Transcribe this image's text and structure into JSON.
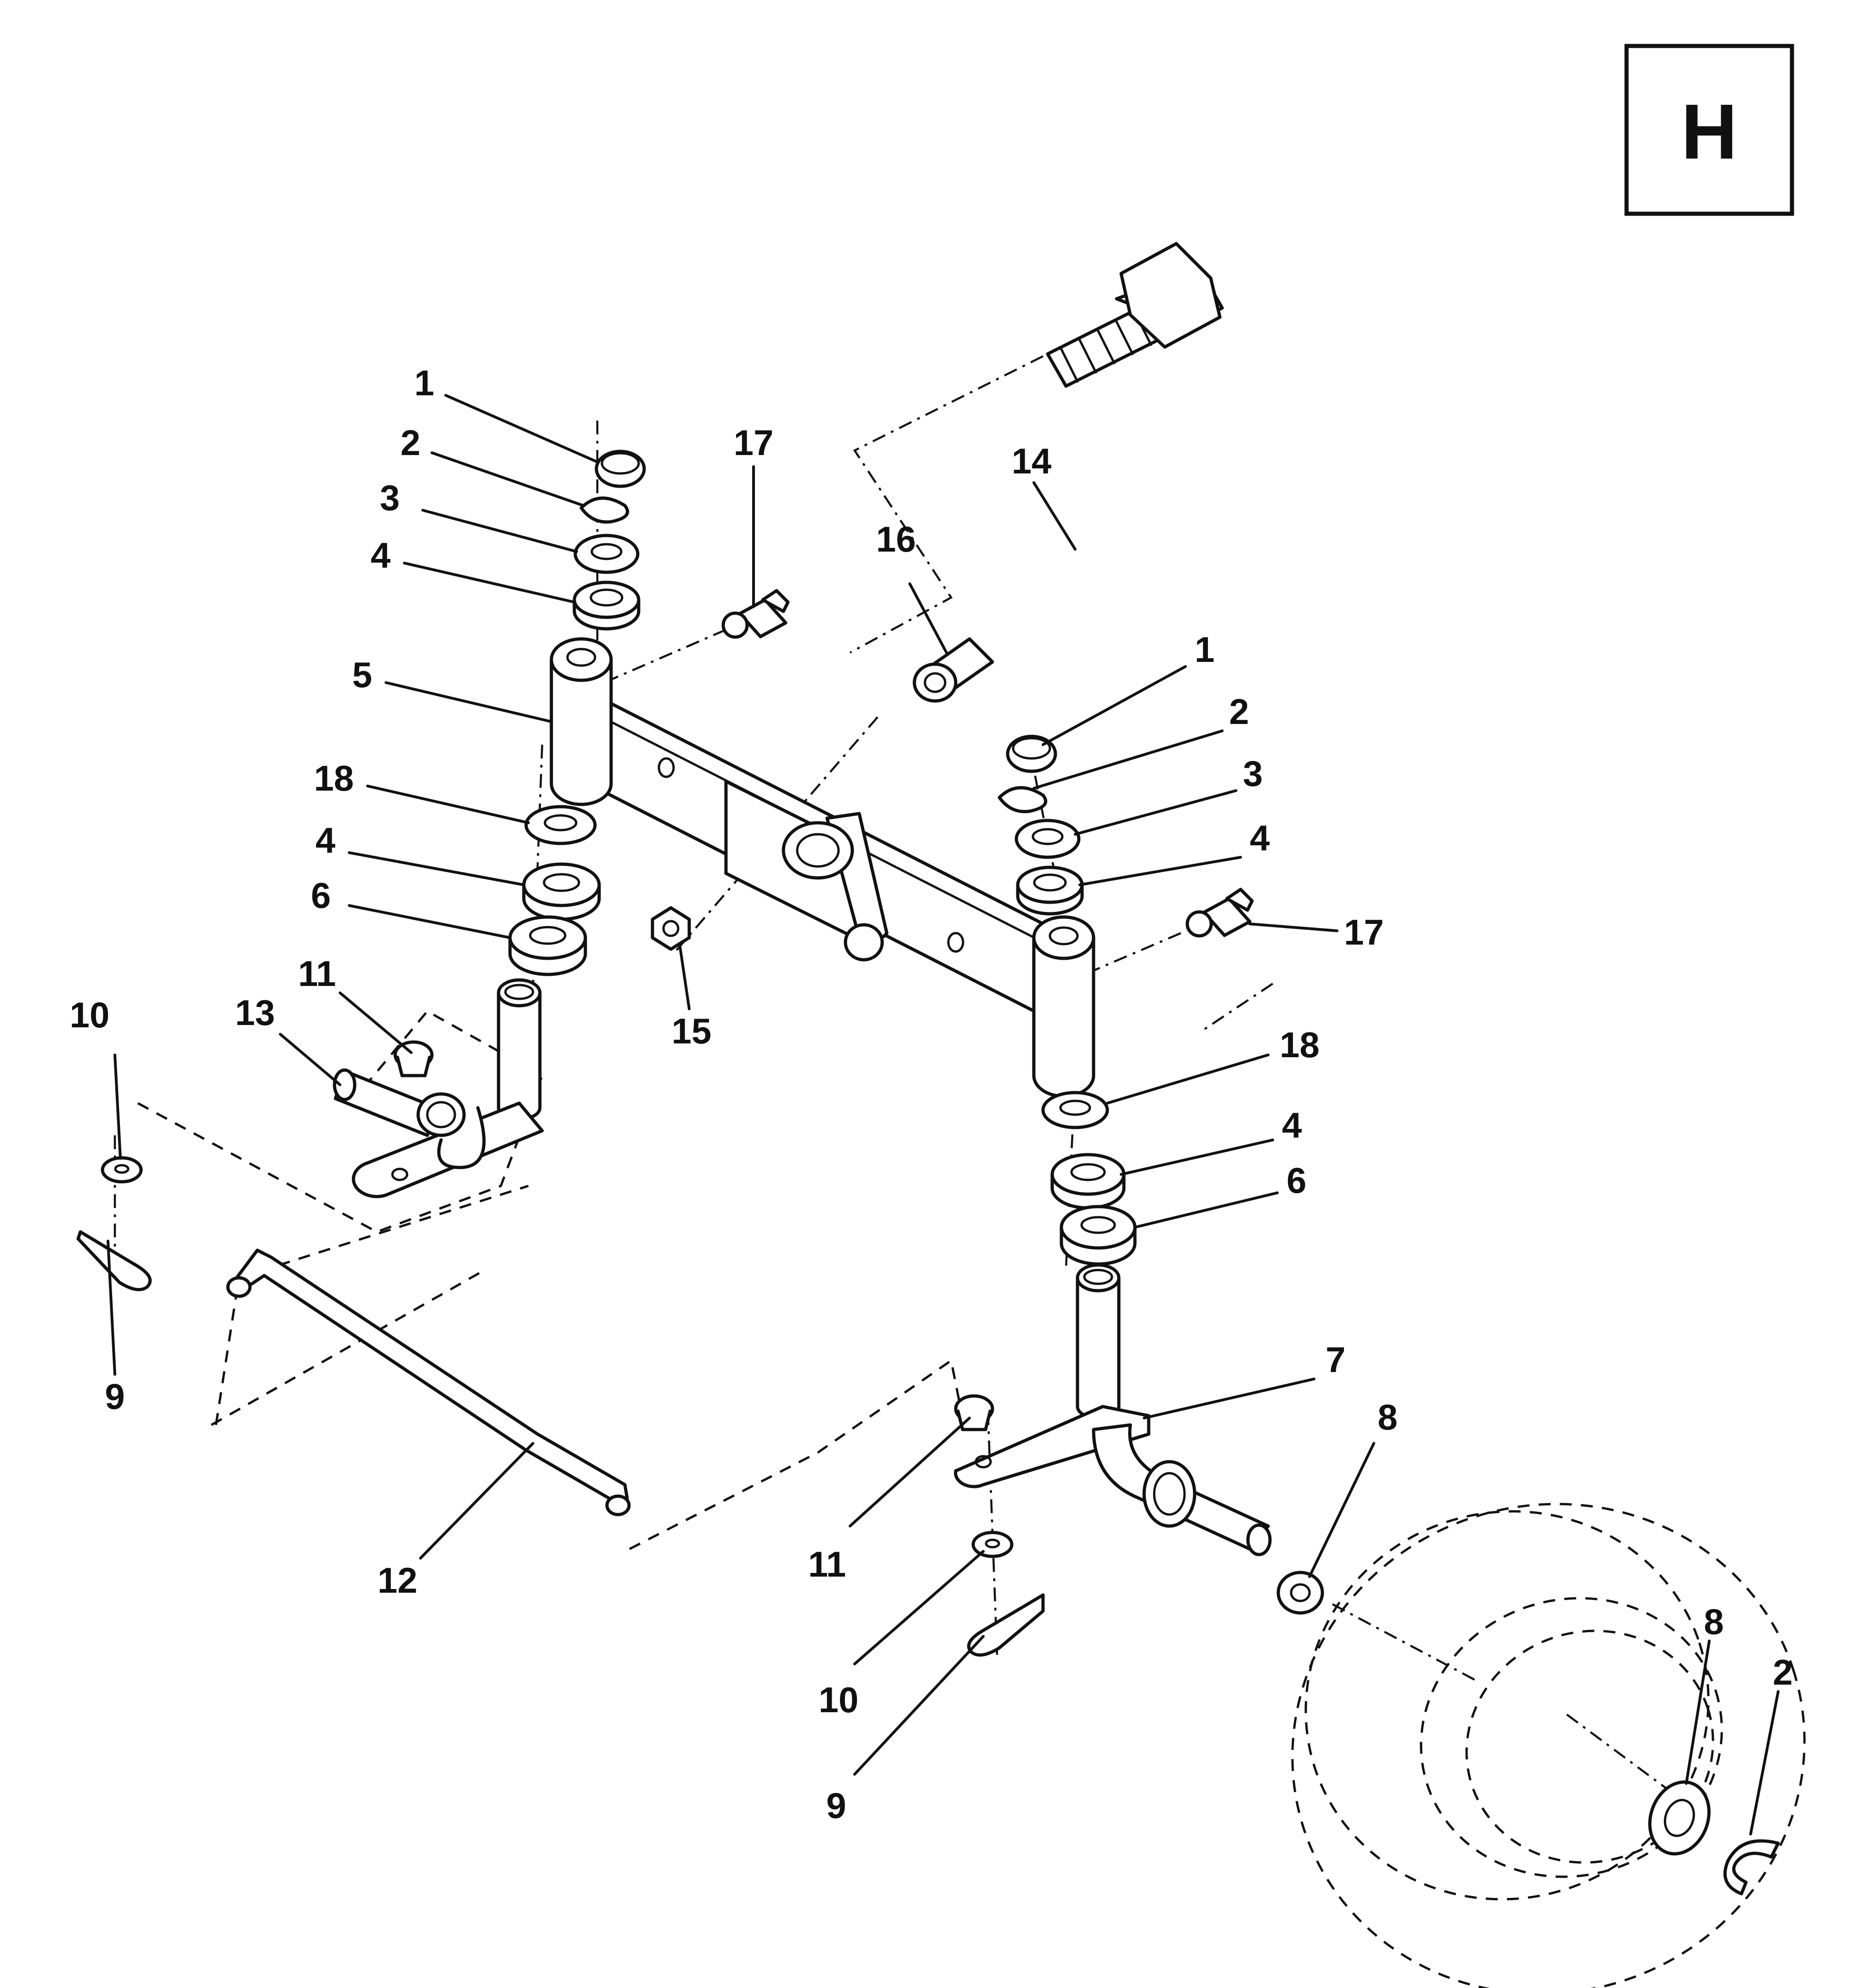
{
  "badge": {
    "letter": "H"
  },
  "callouts": {
    "c1a": "1",
    "c2a": "2",
    "c3a": "3",
    "c4a": "4",
    "c5": "5",
    "c18a": "18",
    "c4b": "4",
    "c6a": "6",
    "c11a": "11",
    "c13": "13",
    "c10a": "10",
    "c9a": "9",
    "c12": "12",
    "c17a": "17",
    "c15": "15",
    "c16": "16",
    "c14": "14",
    "c1b": "1",
    "c2b": "2",
    "c3b": "3",
    "c4c": "4",
    "c17b": "17",
    "c18b": "18",
    "c4d": "4",
    "c6b": "6",
    "c7": "7",
    "c8a": "8",
    "c11b": "11",
    "c10b": "10",
    "c9b": "9",
    "c8b": "8",
    "c2c": "2"
  }
}
